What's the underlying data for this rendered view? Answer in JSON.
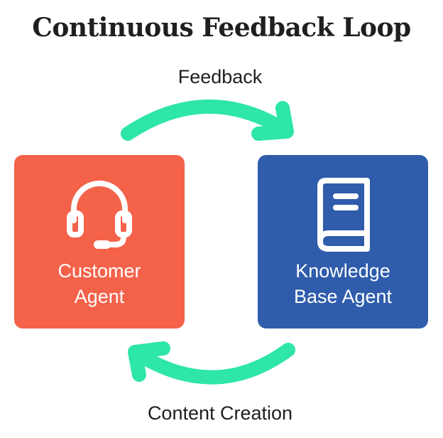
{
  "title": "Continuous Feedback Loop",
  "arrows": {
    "top_label": "Feedback",
    "bottom_label": "Content Creation",
    "color": "#2ee6a6"
  },
  "nodes": [
    {
      "line1": "Customer",
      "line2": "Agent",
      "color": "#f4624a",
      "icon": "headset-icon"
    },
    {
      "line1": "Knowledge",
      "line2": "Base Agent",
      "color": "#2f5cab",
      "icon": "book-icon"
    }
  ]
}
